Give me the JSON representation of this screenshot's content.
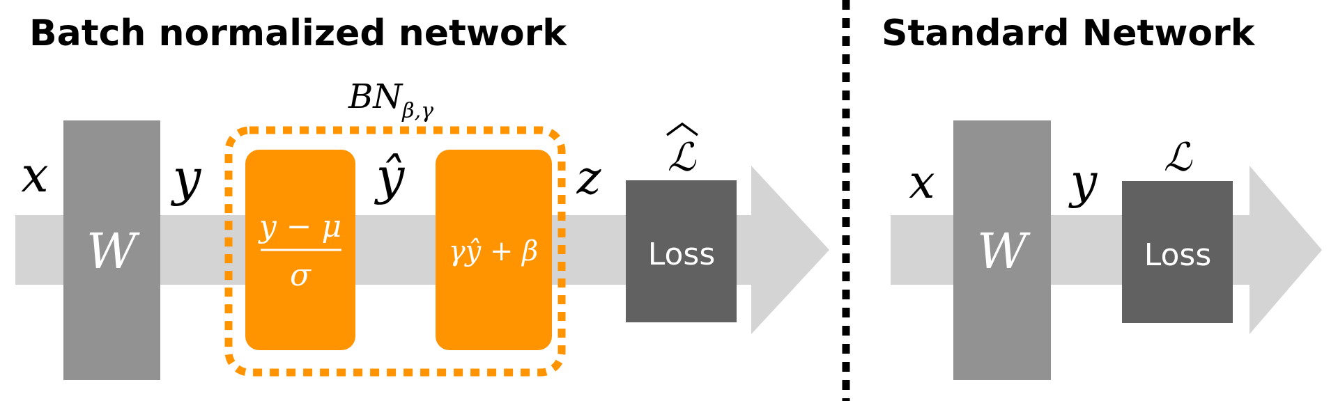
{
  "left_title": "Batch normalized network",
  "right_title": "Standard Network",
  "bn_label": {
    "main": "BN",
    "sub": "β,γ"
  },
  "left": {
    "input": "x",
    "weight": "W",
    "pre_norm": "y",
    "normalize": {
      "numerator": "y − μ",
      "denominator": "σ"
    },
    "normalized": "ŷ",
    "scale_shift": "γŷ + β",
    "output": "z",
    "loss_symbol": "ℒ",
    "loss_box": "Loss"
  },
  "right": {
    "input": "x",
    "weight": "W",
    "pre_loss": "y",
    "loss_symbol": "ℒ",
    "loss_box": "Loss"
  },
  "colors": {
    "arrow": "#d4d4d4",
    "weight_box": "#929292",
    "loss_box": "#616161",
    "bn_orange": "#ff9400",
    "divider": "#000000"
  }
}
